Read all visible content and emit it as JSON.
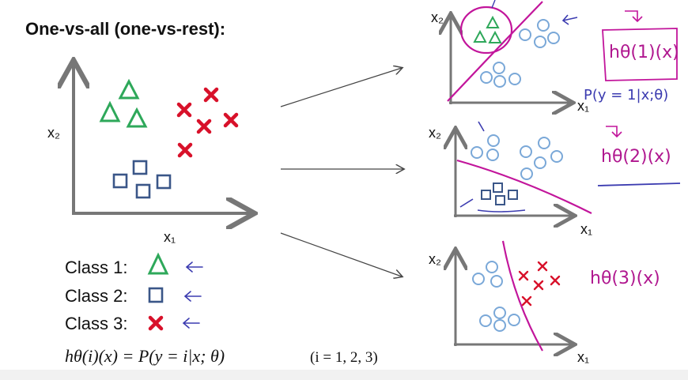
{
  "slide": {
    "title": "One-vs-all (one-vs-rest):",
    "main_plot": {
      "x_label": "x₁",
      "y_label": "x₂"
    },
    "legend": [
      {
        "label": "Class 1:",
        "marker": "triangle"
      },
      {
        "label": "Class 2:",
        "marker": "square"
      },
      {
        "label": "Class 3:",
        "marker": "cross"
      }
    ],
    "formula": "hθ(i)(x) = P(y = i|x; θ)",
    "formula_range": "(i = 1, 2, 3)",
    "subplots": [
      {
        "x_label": "x₁",
        "y_label": "x₂",
        "annotation": "hθ(1)(x)",
        "note": "P(y = 1|x;θ)"
      },
      {
        "x_label": "x₁",
        "y_label": "x₂",
        "annotation": "hθ(2)(x)"
      },
      {
        "x_label": "x₁",
        "y_label": "x₂",
        "annotation": "hθ(3)(x)"
      }
    ]
  },
  "colors": {
    "triangle": "#2ea85a",
    "square": "#3a5688",
    "cross": "#d8112a",
    "circle": "#7aa8d8",
    "pen_magenta": "#c2159b",
    "pen_blue": "#3b3bb0",
    "axis": "#777777"
  }
}
